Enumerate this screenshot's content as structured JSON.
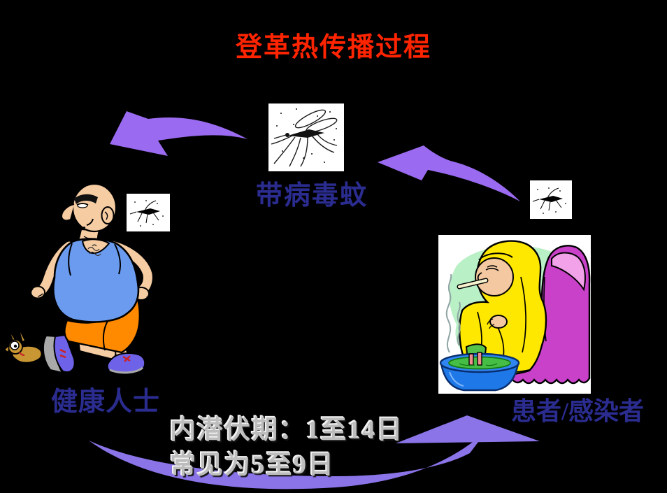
{
  "slide": {
    "background_color": "#000000",
    "title": {
      "text": "登革热传播过程",
      "color": "#FF2400"
    },
    "nodes": {
      "virus_mosquito": {
        "label": "带病毒蚊",
        "label_color": "#2B2C90",
        "icon": "mosquito-sketch"
      },
      "healthy_person": {
        "label": "健康人士",
        "label_color": "#2B2C90",
        "icon": "jogging-man-with-dog-cartoon"
      },
      "patient": {
        "label": "患者/感染者",
        "label_color": "#2B2C90",
        "icon": "sick-person-footbath-armchair-cartoon"
      }
    },
    "small_mosquito_icons": [
      "near-healthy-person",
      "near-patient"
    ],
    "incubation_note": {
      "line1": "内潜伏期：1至14日",
      "line2": "常见为5至9日"
    },
    "arrow_colors": {
      "upper": "#9A6AF0",
      "lower": "#8B74E8"
    }
  }
}
